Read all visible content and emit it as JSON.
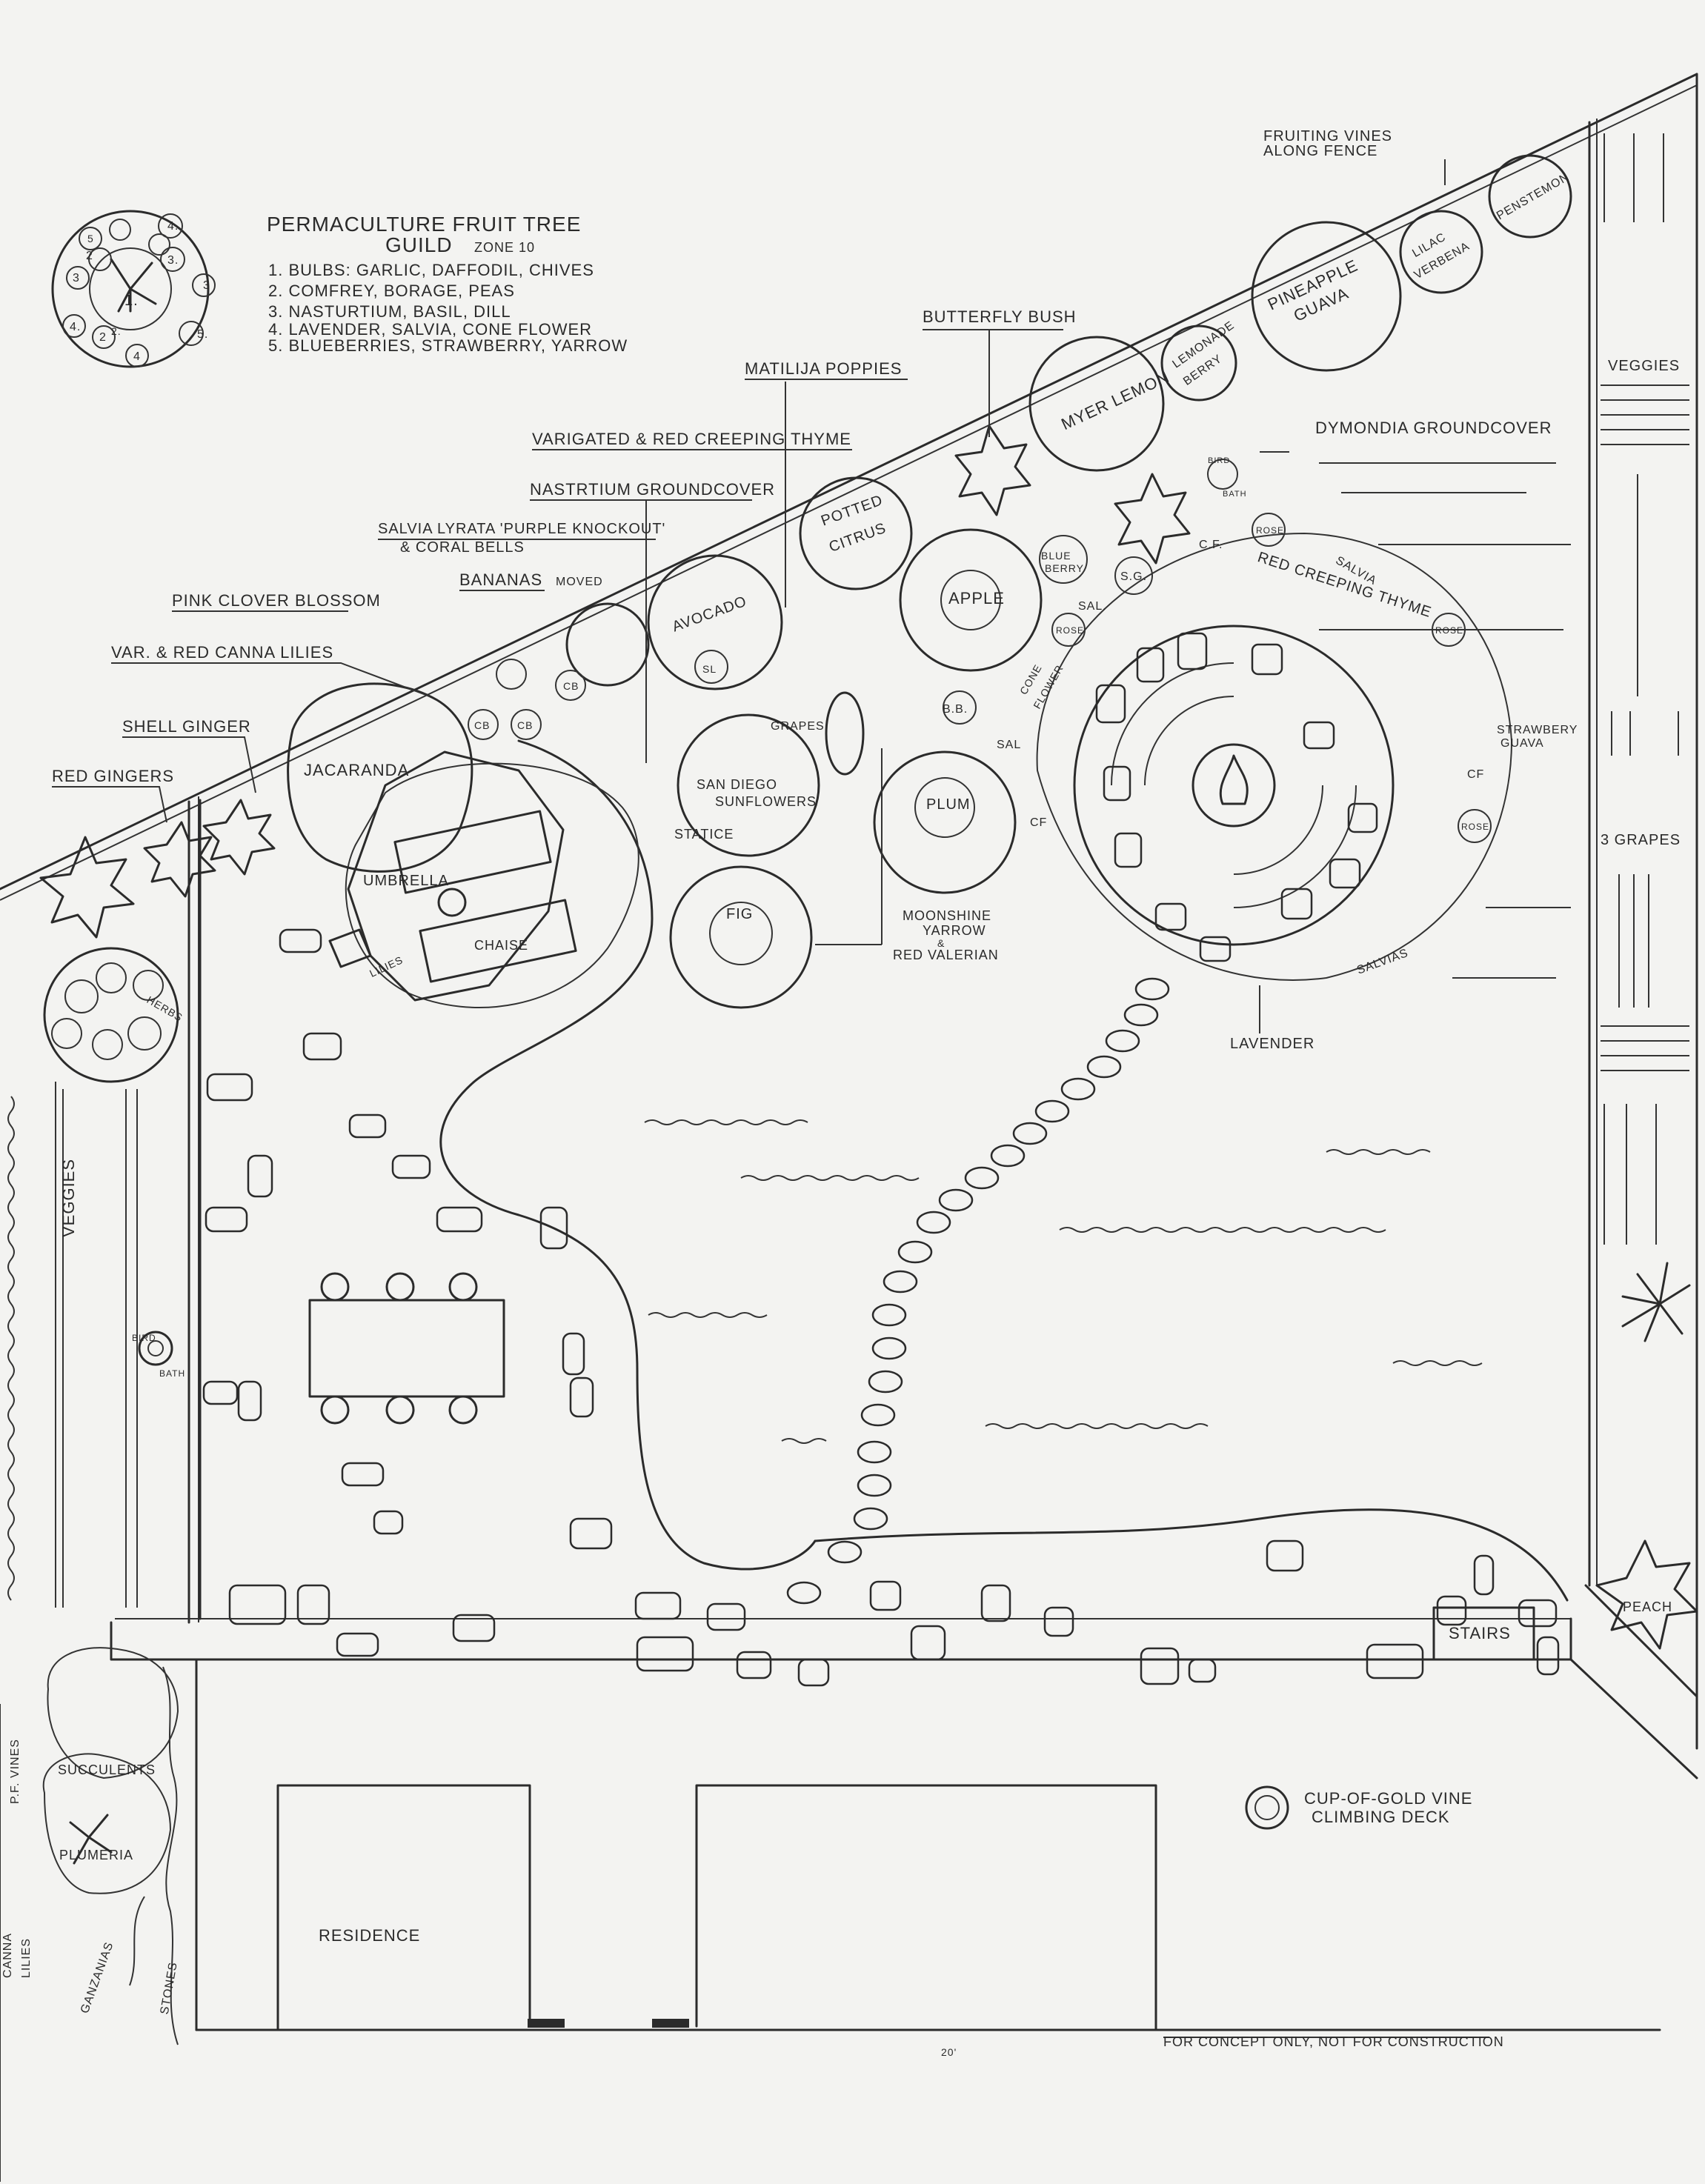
{
  "guild": {
    "title_line1": "PERMACULTURE FRUIT TREE",
    "title_line2": "GUILD",
    "zone": "ZONE 10",
    "items": [
      "1. BULBS: GARLIC, DAFFODIL, CHIVES",
      "2. COMFREY, BORAGE, PEAS",
      "3. NASTURTIUM, BASIL, DILL",
      "4. LAVENDER, SALVIA, CONE FLOWER",
      "5. BLUEBERRIES, STRAWBERRY, YARROW"
    ],
    "ring_numbers": [
      "1.",
      "2",
      "3",
      "4.",
      "5.",
      "2",
      "3",
      "4",
      "5",
      "2.",
      "3.",
      "4."
    ]
  },
  "labels": {
    "fruiting_vines_l1": "FRUITING VINES",
    "fruiting_vines_l2": "ALONG FENCE",
    "butterfly_bush": "BUTTERFLY BUSH",
    "matilija": "MATILIJA POPPIES",
    "thyme": "VARIGATED & RED CREEPING THYME",
    "nastrtium": "NASTRTIUM GROUNDCOVER",
    "salvia_l1": "SALVIA LYRATA 'PURPLE KNOCKOUT'",
    "salvia_l2": "& CORAL BELLS",
    "bananas": "BANANAS",
    "moved": "MOVED",
    "pink_clover": "PINK CLOVER BLOSSOM",
    "canna": "VAR. & RED CANNA LILIES",
    "shell_ginger": "SHELL GINGER",
    "red_gingers": "RED GINGERS",
    "jacaranda": "JACARANDA",
    "umbrella": "UMBRELLA",
    "chaise": "CHAISE",
    "lilies": "LILIES",
    "herbs": "HERBS",
    "veggies_left": "VEGGIES",
    "veggies_right": "VEGGIES",
    "bird": "BIRD",
    "bath": "BATH",
    "avocado": "AVOCADO",
    "sl": "SL",
    "cb": "CB",
    "potted_l1": "POTTED",
    "potted_l2": "CITRUS",
    "apple": "APPLE",
    "blue_l1": "BLUE",
    "blue_l2": "BERRY",
    "sg": "S.G.",
    "sal": "SAL.",
    "sal2": "SAL",
    "rose": "ROSE",
    "cf": "C.F.",
    "cf2": "CF",
    "cone_l1": "CONE",
    "cone_l2": "FLOWER",
    "bb": "B.B.",
    "grapes": "GRAPES",
    "sd_l1": "SAN DIEGO",
    "sd_l2": "SUNFLOWERS",
    "statice": "STATICE",
    "plum": "PLUM",
    "fig": "FIG",
    "moonshine_l1": "MOONSHINE",
    "moonshine_l2": "YARROW",
    "moonshine_amp": "&",
    "moonshine_l3": "RED VALERIAN",
    "meyer": "MYER LEMON",
    "lemonade_l1": "LEMONADE",
    "lemonade_l2": "BERRY",
    "pineapple_l1": "PINEAPPLE",
    "pineapple_l2": "GUAVA",
    "lilac_l1": "LILAC",
    "lilac_l2": "VERBENA",
    "penstemon": "PENSTEMON",
    "dymondia": "DYMONDIA GROUNDCOVER",
    "red_creeping": "RED CREEPING THYME",
    "salvia": "SALVIA",
    "salvias": "SALVIAS",
    "strawberry_l1": "STRAWBERY",
    "strawberry_l2": "GUAVA",
    "lavender": "LAVENDER",
    "three_grapes": "3 GRAPES",
    "peach": "PEACH",
    "stairs": "STAIRS",
    "cup_l1": "CUP-OF-GOLD VINE",
    "cup_l2": "CLIMBING DECK",
    "residence": "RESIDENCE",
    "succulents": "SUCCULENTS",
    "plumeria": "PLUMERIA",
    "pf_vines": "P.F. VINES",
    "canna_l1": "CANNA",
    "canna_l2": "LILIES",
    "ganzanias": "GANZANIAS",
    "stones": "STONES",
    "concept": "FOR CONCEPT ONLY, NOT FOR CONSTRUCTION",
    "scale": "20'"
  },
  "colors": {
    "paper": "#f3f3f1",
    "ink": "#2b2b2b",
    "background": "#dedfdc"
  }
}
